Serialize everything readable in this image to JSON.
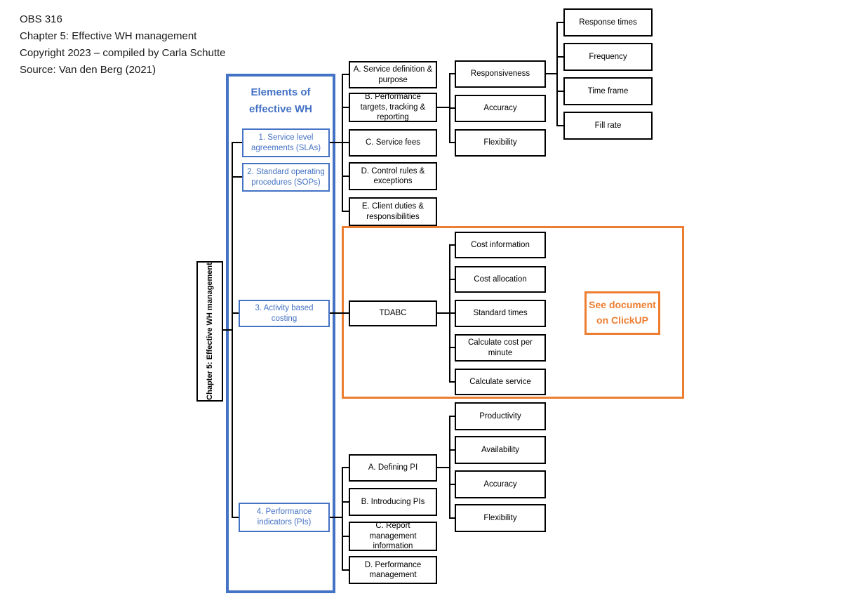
{
  "colors": {
    "blue": "#4472C4",
    "orange": "#ED7D31",
    "line": "#000000"
  },
  "header": {
    "lines": [
      "OBS 316",
      "Chapter 5: Effective WH management",
      "Copyright 2023 – compiled by Carla Schutte",
      "Source: Van den Berg (2021)"
    ]
  },
  "root": {
    "label": "Chapter 5: Effective WH management"
  },
  "panel": {
    "title": "Elements of\neffective WH",
    "items": [
      "1. Service level agreements (SLAs)",
      "2. Standard operating procedures (SOPs)",
      "3. Activity based costing",
      "4. Performance indicators (PIs)"
    ]
  },
  "sla_children": [
    "A. Service definition & purpose",
    "B. Performance targets, tracking & reporting",
    "C. Service fees",
    "D. Control rules & exceptions",
    "E. Client duties & responsibilities"
  ],
  "performance_dimensions": [
    "Responsiveness",
    "Accuracy",
    "Flexibility"
  ],
  "responsiveness_children": [
    "Response times",
    "Frequency",
    "Time frame",
    "Fill rate"
  ],
  "abc": {
    "tdabc": "TDABC",
    "children": [
      "Cost information",
      "Cost allocation",
      "Standard times",
      "Calculate cost per minute",
      "Calculate service"
    ],
    "note": "See document on ClickUP"
  },
  "pi_children": [
    "A. Defining PI",
    "B. Introducing PIs",
    "C. Report management information",
    "D. Performance management"
  ],
  "defining_pi_children": [
    "Productivity",
    "Availability",
    "Accuracy",
    "Flexibility"
  ]
}
